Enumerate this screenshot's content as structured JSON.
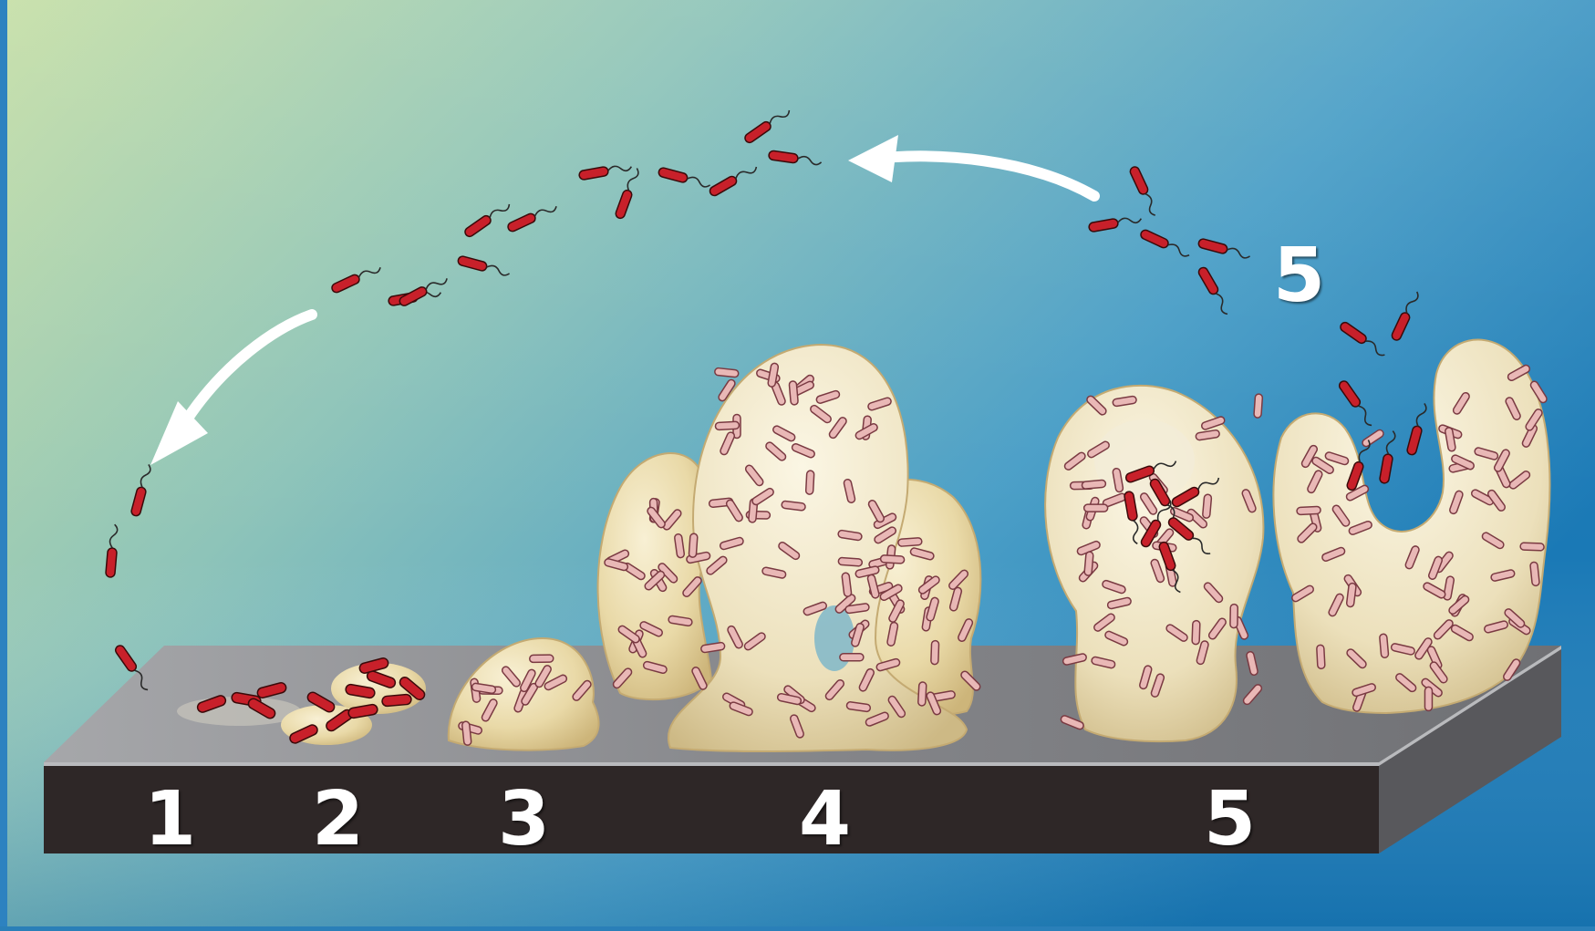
{
  "stage_labels": {
    "platform": [
      "1",
      "2",
      "3",
      "4",
      "5"
    ],
    "release": "5"
  },
  "colors": {
    "background_left": "#b9d9a6",
    "background_right": "#1e7fb9",
    "matrix": "#eadcaf",
    "planktonic_bacteria": "#c8202a",
    "embedded_bacteria": "#e9b8b6",
    "platform_top": "#8d8e92",
    "platform_front": "#2d2626",
    "arrow": "#ffffff"
  },
  "icons": {
    "return_arrows": "curved-arrow-icon",
    "bacteria": "rod-bacterium-icon"
  }
}
